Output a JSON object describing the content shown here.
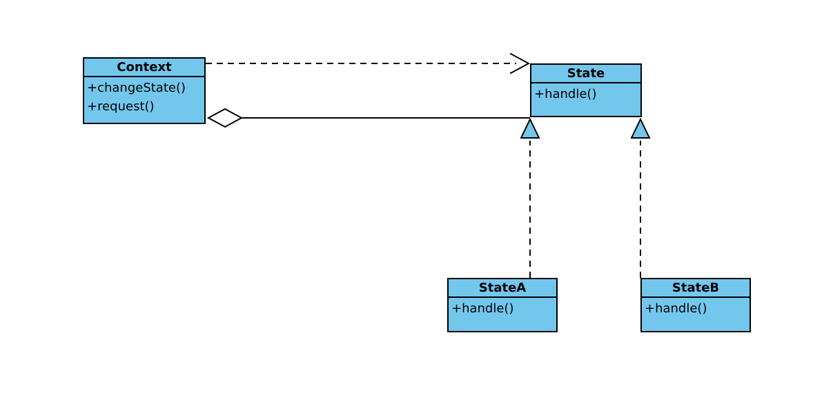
{
  "classes": [
    {
      "name": "Context",
      "methods": [
        "+changeState()",
        "+request()"
      ]
    },
    {
      "name": "State",
      "methods": [
        "+handle()"
      ]
    },
    {
      "name": "StateA",
      "methods": [
        "+handle()"
      ]
    },
    {
      "name": "StateB",
      "methods": [
        "+handle()"
      ]
    }
  ],
  "relationships": [
    {
      "type": "dependency",
      "from": "Context",
      "to": "State",
      "style": "dashed-line-open-arrow"
    },
    {
      "type": "aggregation",
      "from": "Context",
      "to": "State",
      "style": "solid-line-hollow-diamond"
    },
    {
      "type": "realization",
      "from": "StateA",
      "to": "State",
      "style": "dashed-line-triangle"
    },
    {
      "type": "realization",
      "from": "StateB",
      "to": "State",
      "style": "dashed-line-triangle"
    }
  ],
  "colors": {
    "box_fill": "#73C7ED",
    "box_border": "#000000",
    "line": "#000000",
    "background": "#FFFFFF"
  }
}
